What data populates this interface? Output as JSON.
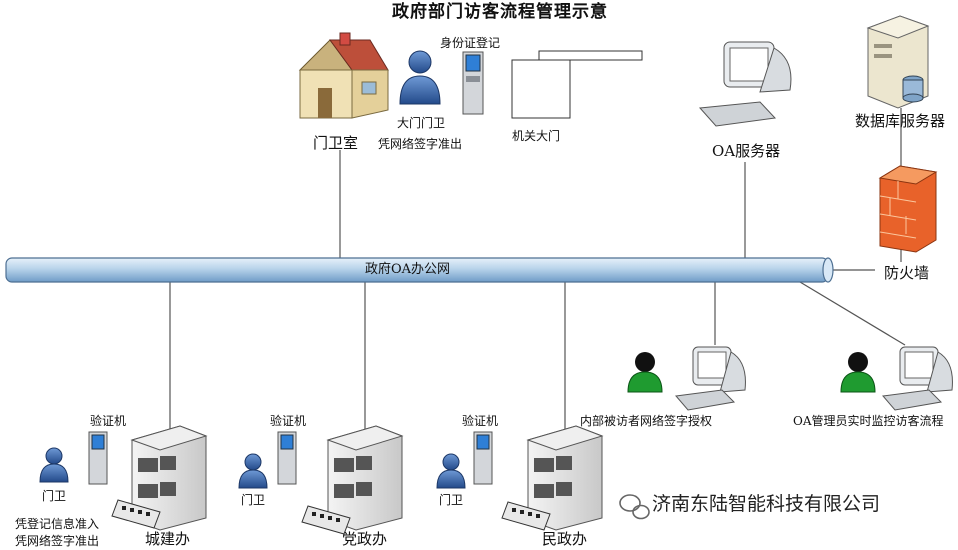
{
  "title": "政府部门访客流程管理示意",
  "network_label": "政府OA办公网",
  "top": {
    "guard_room": "门卫室",
    "id_register": "身份证登记",
    "gate_guard": "大门门卫",
    "gate_guard_note": "凭网络签字准出",
    "main_gate": "机关大门",
    "oa_server": "OA服务器",
    "db_server": "数据库服务器",
    "firewall": "防火墙"
  },
  "staff": {
    "visited_auth": "内部被访者网络签字授权",
    "admin_monitor": "OA管理员实时监控访客流程"
  },
  "offices": [
    {
      "verifier": "验证机",
      "guard": "门卫",
      "name": "城建办",
      "note1": "凭登记信息准入",
      "note2": "凭网络签字准出"
    },
    {
      "verifier": "验证机",
      "guard": "门卫",
      "name": "党政办"
    },
    {
      "verifier": "验证机",
      "guard": "门卫",
      "name": "民政办"
    }
  ],
  "watermark": "济南东陆智能科技有限公司",
  "colors": {
    "pipe": "#b8d3ea",
    "firewall": "#e8622a",
    "person_blue": "#2f5a9c",
    "person_green": "#1f9b30"
  }
}
